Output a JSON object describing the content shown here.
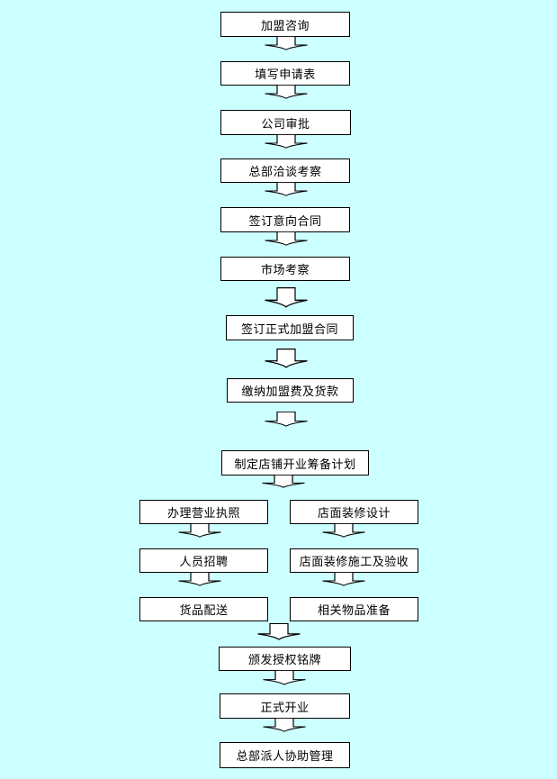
{
  "page": {
    "background_color": "#CCFFFF",
    "node_fill": "#FFFFFF",
    "node_border_color": "#000000",
    "text_color": "#000000"
  },
  "icons": {
    "down_arrow": "white block down-arrow connector with black outline"
  },
  "flowchart": {
    "top": [
      "加盟咨询",
      "填写申请表",
      "公司审批",
      "总部洽谈考察",
      "签订意向合同",
      "市场考察",
      "签订正式加盟合同",
      "缴纳加盟费及货款",
      "制定店铺开业筹备计划"
    ],
    "left": [
      "办理营业执照",
      "人员招聘",
      "货品配送"
    ],
    "right": [
      "店面装修设计",
      "店面装修施工及验收",
      "相关物品准备"
    ],
    "bottom": [
      "颁发授权铭牌",
      "正式开业",
      "总部派人协助管理"
    ]
  }
}
